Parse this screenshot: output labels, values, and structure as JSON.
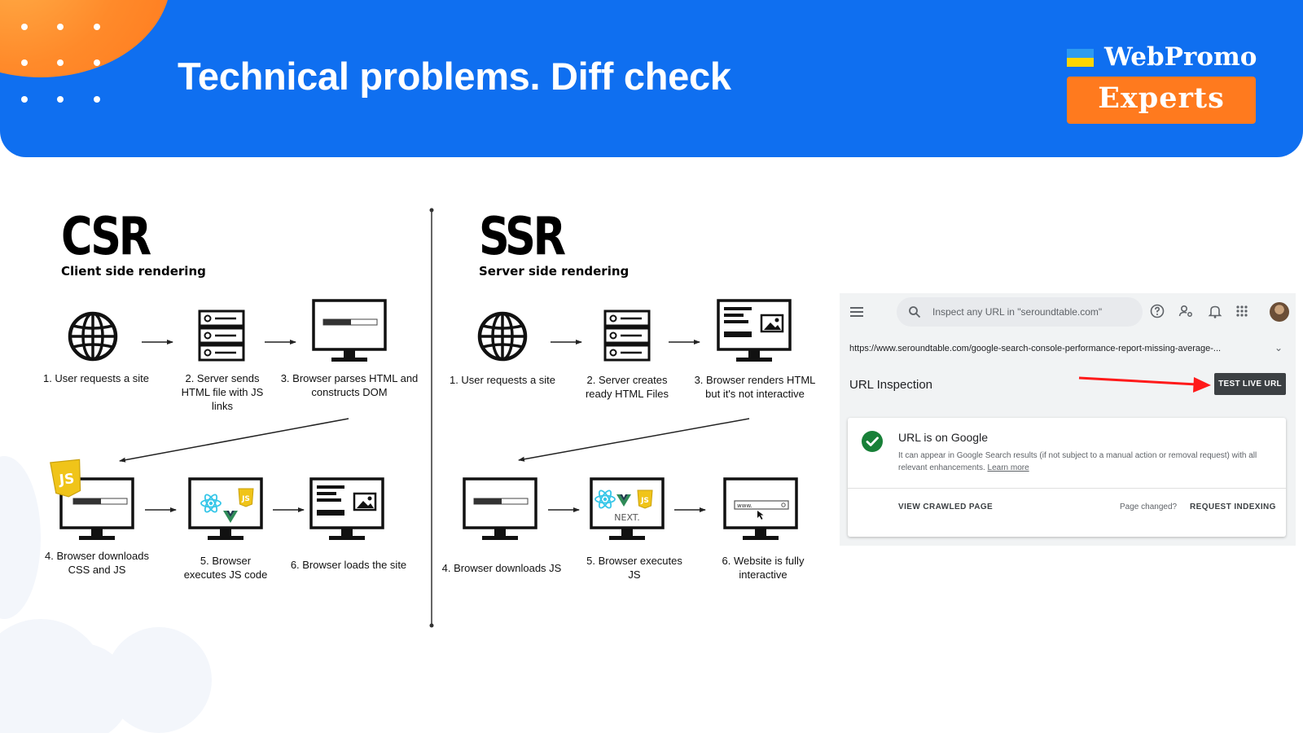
{
  "header": {
    "title": "Technical problems. Diff check",
    "logo": {
      "line1": "WebPromo",
      "line2": "Experts"
    }
  },
  "csr": {
    "title": "CSR",
    "subtitle": "Client side rendering",
    "steps": [
      "1. User requests a site",
      "2.  Server sends HTML file with JS links",
      "3. Browser parses HTML and constructs DOM",
      "4. Browser downloads CSS and JS",
      "5.  Browser executes JS code",
      "6. Browser loads the site"
    ]
  },
  "ssr": {
    "title": "SSR",
    "subtitle": "Server side rendering",
    "steps": [
      "1. User requests a site",
      "2.  Server creates ready HTML Files",
      "3. Browser renders HTML but it's not interactive",
      "4. Browser downloads JS",
      "5. Browser executes JS",
      "6. Website is fully interactive"
    ],
    "next_label": "NEXT."
  },
  "icons": {
    "js_badge": "JS",
    "address_bar": "www."
  },
  "search_console": {
    "search_placeholder": "Inspect any URL in \"seroundtable.com\"",
    "url": "https://www.seroundtable.com/google-search-console-performance-report-missing-average-...",
    "heading": "URL Inspection",
    "test_live_label": "TEST LIVE URL",
    "status_title": "URL is on Google",
    "status_desc": "It can appear in Google Search results (if not subject to a manual action or removal request) with all relevant enhancements.",
    "learn_more": "Learn more",
    "view_crawled": "VIEW CRAWLED PAGE",
    "page_changed": "Page changed?",
    "request_indexing": "REQUEST INDEXING",
    "arrow_color": "#ff1a1a",
    "check_color": "#188038"
  },
  "colors": {
    "header_blue": "#0f6ff0",
    "accent_orange": "#ff7a1e",
    "js_yellow": "#f0c419",
    "react_cyan": "#35c6e8",
    "vue_green": "#2e8b57"
  }
}
